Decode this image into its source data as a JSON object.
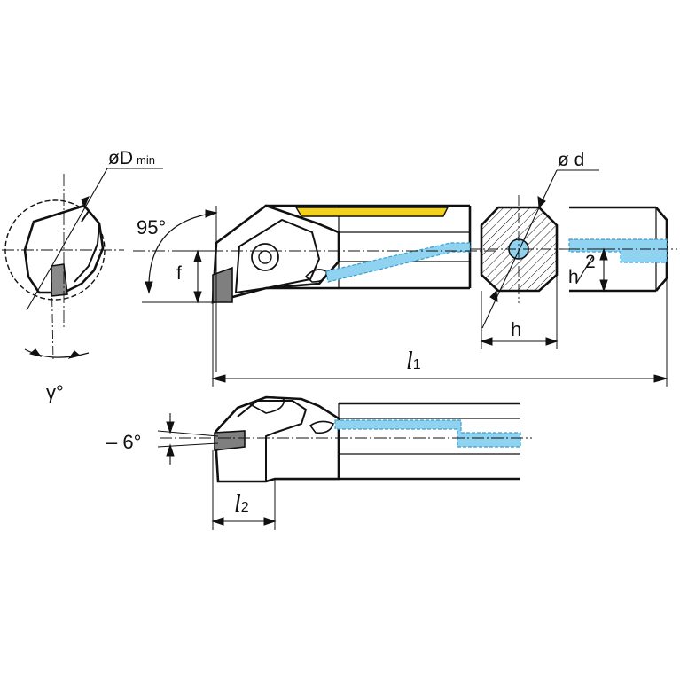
{
  "colors": {
    "outline": "#111111",
    "coolant": "#8fd3f0",
    "coolant_edge": "#3a9fd0",
    "insert_clamp": "#f2d21a",
    "insert": "#8a8a8a",
    "hatch": "#111111"
  },
  "labels": {
    "d_min_prefix": "øD",
    "d_min_suffix": "min",
    "angle_95": "95°",
    "f": "f",
    "gamma": "γ°",
    "d": "ø d",
    "h": "h",
    "h_half": "h",
    "h_half_den": "2",
    "l1": "l",
    "l1_sub": "1",
    "minus6": "– 6°",
    "l2": "l",
    "l2_sub": "2"
  }
}
